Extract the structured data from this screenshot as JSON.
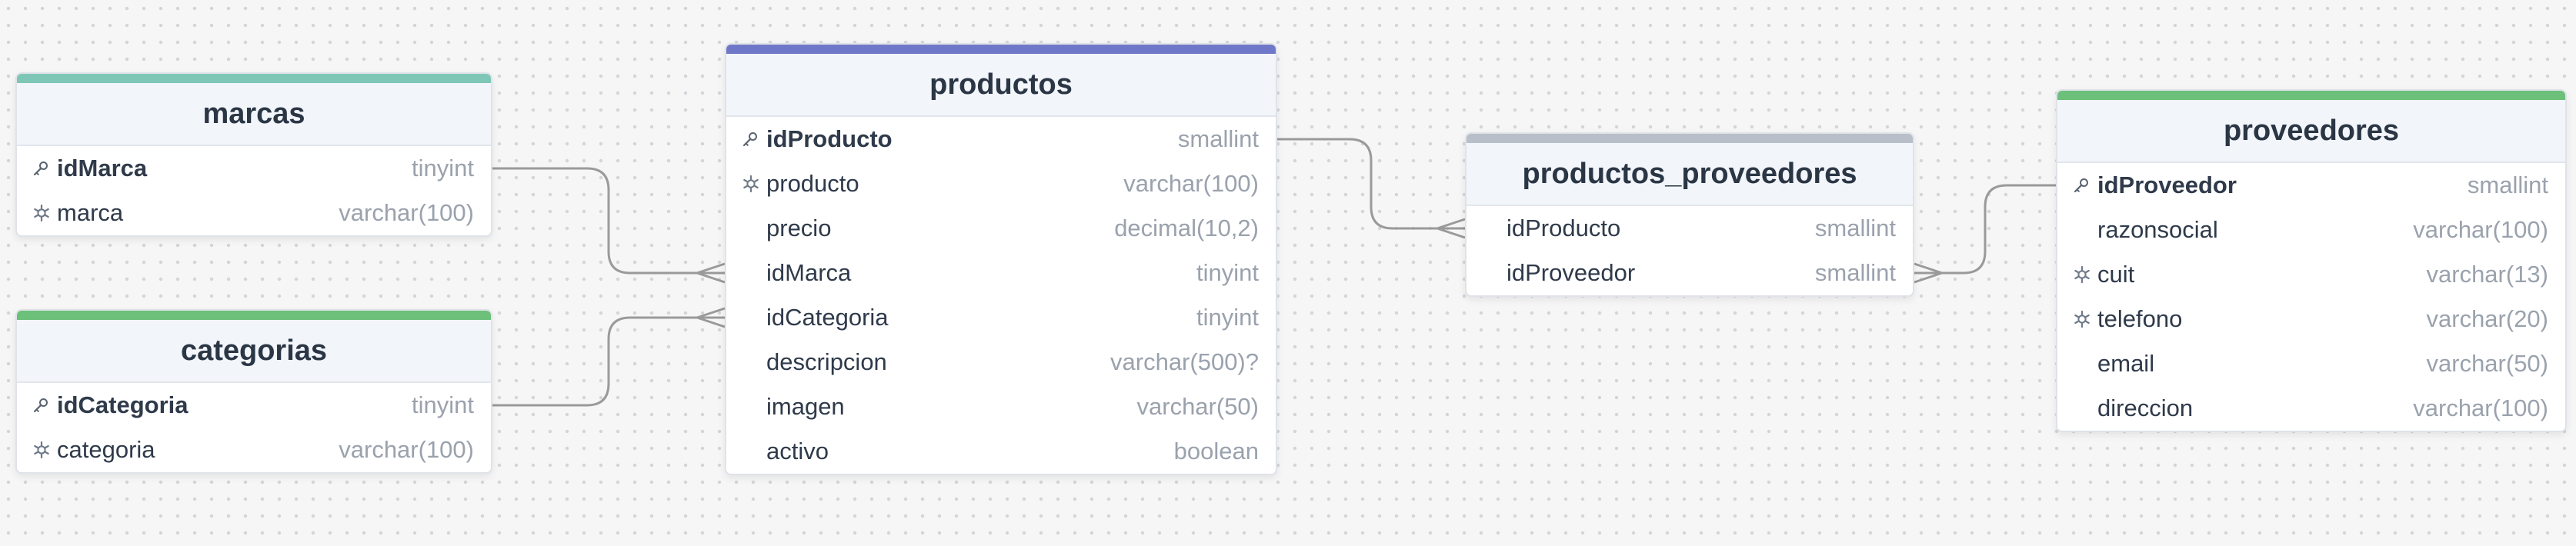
{
  "colors": {
    "marcas": "#7ec7b6",
    "categorias": "#6cc07a",
    "productos": "#6f78c8",
    "productos_proveedores": "#b9bfc8",
    "proveedores": "#6cc07a",
    "edge": "#9a9a9a"
  },
  "tables": {
    "marcas": {
      "name": "marcas",
      "fields": [
        {
          "name": "idMarca",
          "type": "tinyint",
          "icon": "key-icon"
        },
        {
          "name": "marca",
          "type": "varchar(100)",
          "icon": "unique-icon"
        }
      ]
    },
    "categorias": {
      "name": "categorias",
      "fields": [
        {
          "name": "idCategoria",
          "type": "tinyint",
          "icon": "key-icon"
        },
        {
          "name": "categoria",
          "type": "varchar(100)",
          "icon": "unique-icon"
        }
      ]
    },
    "productos": {
      "name": "productos",
      "fields": [
        {
          "name": "idProducto",
          "type": "smallint",
          "icon": "key-icon"
        },
        {
          "name": "producto",
          "type": "varchar(100)",
          "icon": "unique-icon"
        },
        {
          "name": "precio",
          "type": "decimal(10,2)",
          "icon": ""
        },
        {
          "name": "idMarca",
          "type": "tinyint",
          "icon": ""
        },
        {
          "name": "idCategoria",
          "type": "tinyint",
          "icon": ""
        },
        {
          "name": "descripcion",
          "type": "varchar(500)?",
          "icon": ""
        },
        {
          "name": "imagen",
          "type": "varchar(50)",
          "icon": ""
        },
        {
          "name": "activo",
          "type": "boolean",
          "icon": ""
        }
      ]
    },
    "productos_proveedores": {
      "name": "productos_proveedores",
      "fields": [
        {
          "name": "idProducto",
          "type": "smallint",
          "icon": ""
        },
        {
          "name": "idProveedor",
          "type": "smallint",
          "icon": ""
        }
      ]
    },
    "proveedores": {
      "name": "proveedores",
      "fields": [
        {
          "name": "idProveedor",
          "type": "smallint",
          "icon": "key-icon"
        },
        {
          "name": "razonsocial",
          "type": "varchar(100)",
          "icon": ""
        },
        {
          "name": "cuit",
          "type": "varchar(13)",
          "icon": "unique-icon"
        },
        {
          "name": "telefono",
          "type": "varchar(20)",
          "icon": "unique-icon"
        },
        {
          "name": "email",
          "type": "varchar(50)",
          "icon": ""
        },
        {
          "name": "direccion",
          "type": "varchar(100)",
          "icon": ""
        }
      ]
    }
  },
  "relationships": [
    {
      "from": "marcas.idMarca",
      "to": "productos.idMarca",
      "cardinality": "one-to-many"
    },
    {
      "from": "categorias.idCategoria",
      "to": "productos.idCategoria",
      "cardinality": "one-to-many"
    },
    {
      "from": "productos.idProducto",
      "to": "productos_proveedores.idProducto",
      "cardinality": "one-to-many"
    },
    {
      "from": "proveedores.idProveedor",
      "to": "productos_proveedores.idProveedor",
      "cardinality": "one-to-many"
    }
  ]
}
